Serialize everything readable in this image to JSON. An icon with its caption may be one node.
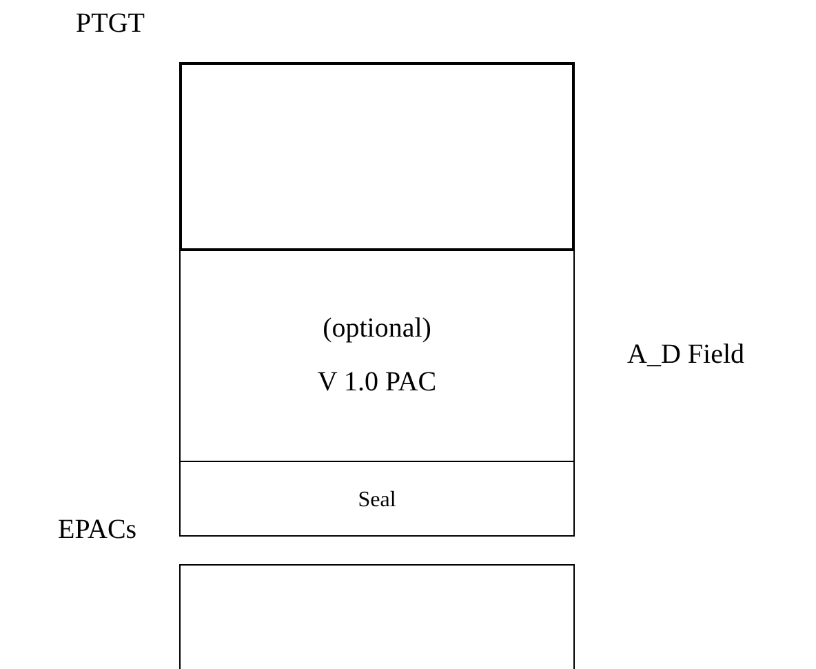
{
  "diagram": {
    "nodes": [
      {
        "text": [
          "PTGT"
        ]
      },
      {
        "text": [],
        "shape": "box",
        "in": 0
      },
      {
        "text": [
          "(optional)",
          "V 1.0 PAC"
        ],
        "in": 0
      },
      {
        "text": [
          "Seal"
        ],
        "in": 0
      },
      {
        "text": [
          "EPACs"
        ]
      }
    ],
    "labels": [
      "A_D Field"
    ]
  }
}
